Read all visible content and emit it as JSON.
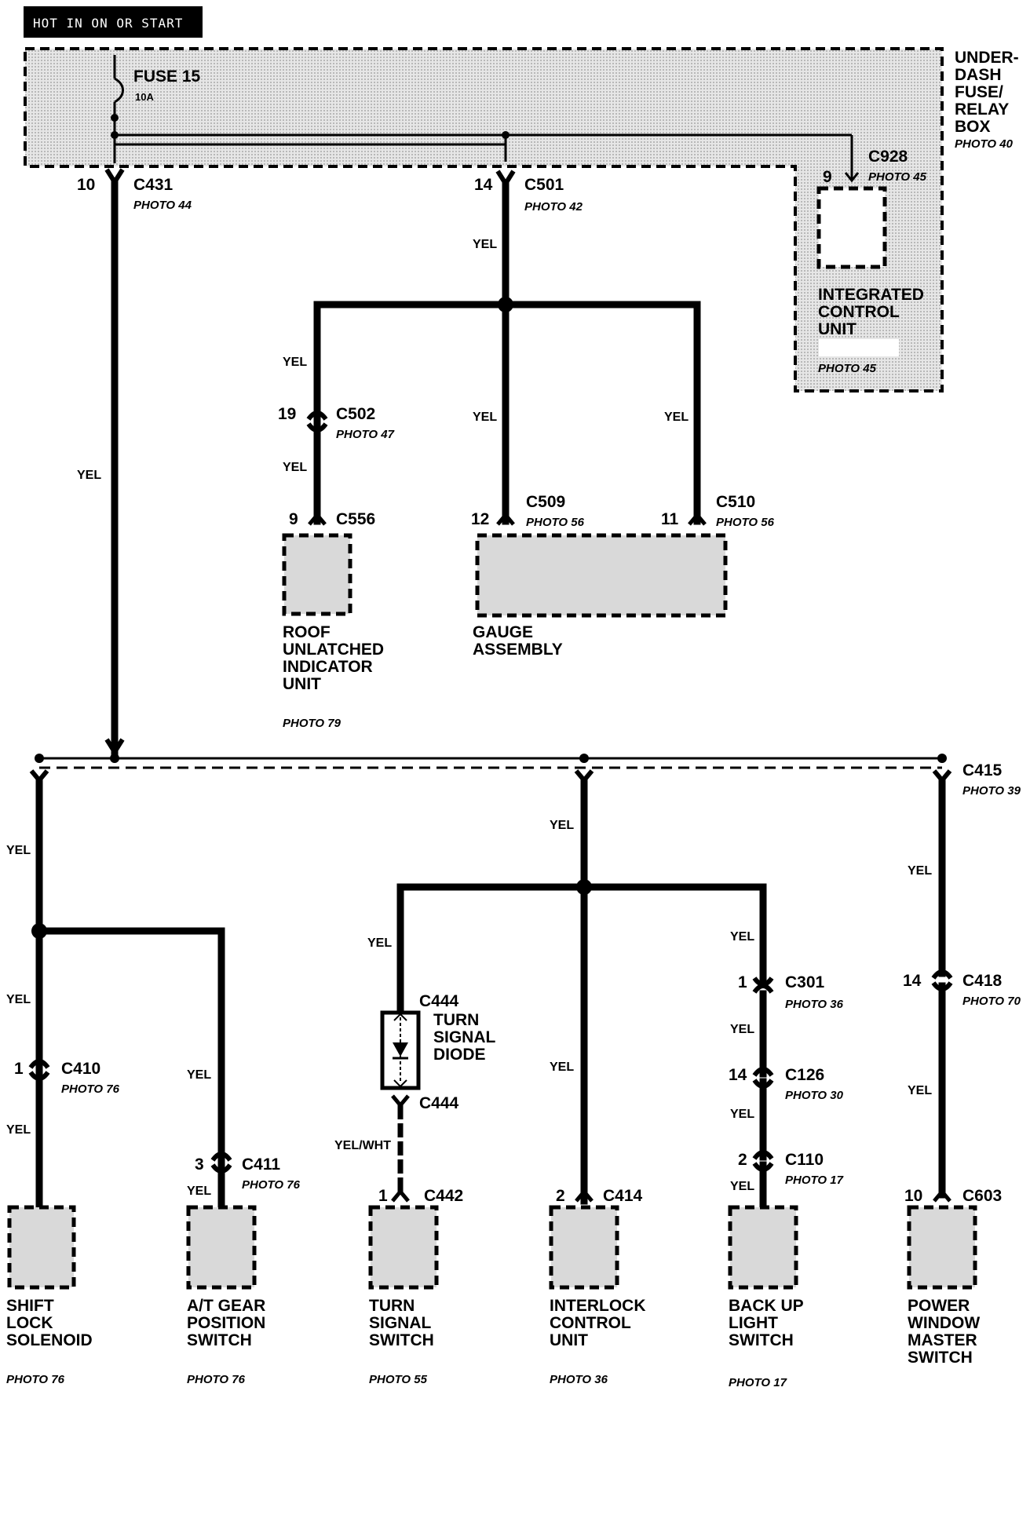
{
  "header": {
    "title": "HOT IN ON OR START"
  },
  "fuse_box": {
    "fuse_name": "FUSE 15",
    "fuse_rating": "10A",
    "label_lines": [
      "UNDER-",
      "DASH",
      "FUSE/",
      "RELAY",
      "BOX"
    ],
    "photo": "PHOTO 40",
    "fill_color": "#d9d9d9"
  },
  "connectors": {
    "c431": {
      "pin": "10",
      "name": "C431",
      "photo": "PHOTO 44"
    },
    "c501": {
      "pin": "14",
      "name": "C501",
      "photo": "PHOTO 42"
    },
    "c928": {
      "pin": "9",
      "name": "C928",
      "photo": "PHOTO 45"
    },
    "c502": {
      "pin": "19",
      "name": "C502",
      "photo": "PHOTO 47"
    },
    "c556": {
      "pin": "9",
      "name": "C556"
    },
    "c509": {
      "pin": "12",
      "name": "C509",
      "photo": "PHOTO 56"
    },
    "c510": {
      "pin": "11",
      "name": "C510",
      "photo": "PHOTO 56"
    },
    "c415": {
      "name": "C415",
      "photo": "PHOTO 39"
    },
    "c410": {
      "pin": "1",
      "name": "C410",
      "photo": "PHOTO 76"
    },
    "c411": {
      "pin": "3",
      "name": "C411",
      "photo": "PHOTO 76"
    },
    "c444_top": {
      "name": "C444"
    },
    "c444_bottom": {
      "name": "C444"
    },
    "c442": {
      "pin": "1",
      "name": "C442"
    },
    "c414": {
      "pin": "2",
      "name": "C414"
    },
    "c301": {
      "pin": "1",
      "name": "C301",
      "photo": "PHOTO 36"
    },
    "c126": {
      "pin": "14",
      "name": "C126",
      "photo": "PHOTO 30"
    },
    "c110": {
      "pin": "2",
      "name": "C110",
      "photo": "PHOTO 17"
    },
    "c418": {
      "pin": "14",
      "name": "C418",
      "photo": "PHOTO 70"
    },
    "c603": {
      "pin": "10",
      "name": "C603"
    }
  },
  "wire_colors": {
    "yel": "YEL",
    "yel_wht": "YEL/WHT"
  },
  "components": {
    "integrated_control_unit": {
      "lines": [
        "INTEGRATED",
        "CONTROL",
        "UNIT"
      ],
      "photo": "PHOTO 45"
    },
    "roof_unlatched": {
      "lines": [
        "ROOF",
        "UNLATCHED",
        "INDICATOR",
        "UNIT"
      ],
      "photo": "PHOTO 79"
    },
    "gauge_assembly": {
      "lines": [
        "GAUGE",
        "ASSEMBLY"
      ]
    },
    "turn_signal_diode": {
      "lines": [
        "TURN",
        "SIGNAL",
        "DIODE"
      ]
    },
    "shift_lock": {
      "lines": [
        "SHIFT",
        "LOCK",
        "SOLENOID"
      ],
      "photo": "PHOTO 76"
    },
    "at_gear": {
      "lines": [
        "A/T GEAR",
        "POSITION",
        "SWITCH"
      ],
      "photo": "PHOTO 76"
    },
    "turn_signal_switch": {
      "lines": [
        "TURN",
        "SIGNAL",
        "SWITCH"
      ],
      "photo": "PHOTO 55"
    },
    "interlock": {
      "lines": [
        "INTERLOCK",
        "CONTROL",
        "UNIT"
      ],
      "photo": "PHOTO 36"
    },
    "backup_light": {
      "lines": [
        "BACK UP",
        "LIGHT",
        "SWITCH"
      ],
      "photo": "PHOTO 17"
    },
    "power_window": {
      "lines": [
        "POWER",
        "WINDOW",
        "MASTER",
        "SWITCH"
      ],
      "photo": ""
    }
  }
}
